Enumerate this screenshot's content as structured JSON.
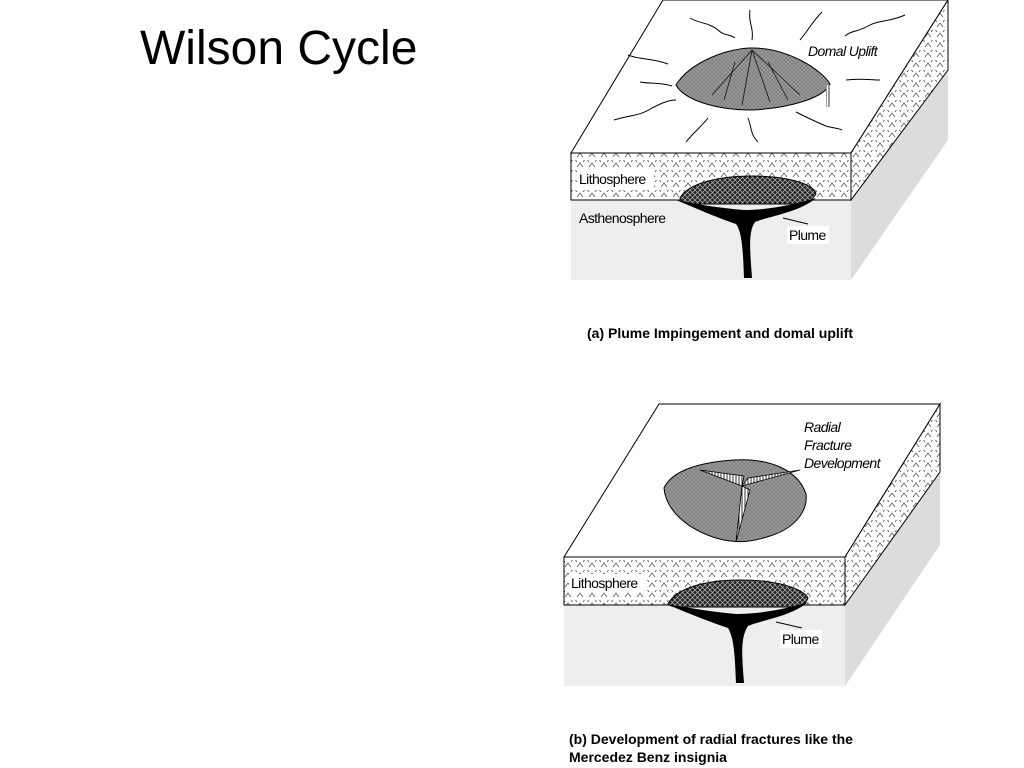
{
  "slide": {
    "title": "Wilson Cycle"
  },
  "diagram_a": {
    "label_domal_uplift": "Domal Uplift",
    "label_lithosphere": "Lithosphere",
    "label_asthenosphere": "Asthenosphere",
    "label_plume": "Plume",
    "caption": "(a) Plume Impingement and domal uplift"
  },
  "diagram_b": {
    "label_radial_1": "Radial",
    "label_radial_2": "Fracture",
    "label_radial_3": "Development",
    "label_lithosphere": "Lithosphere",
    "label_plume": "Plume",
    "caption_line1": "(b) Development of radial fractures like the",
    "caption_line2": "Mercedez Benz insignia"
  }
}
